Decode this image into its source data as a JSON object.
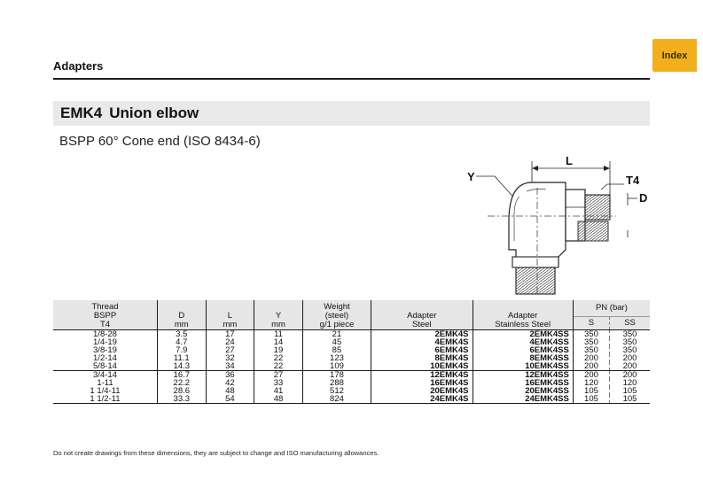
{
  "header": {
    "section_title": "Adapters",
    "index_tab_label": "Index"
  },
  "product": {
    "code": "EMK4",
    "name": "Union elbow",
    "subtitle": "BSPP 60° Cone end (ISO 8434-6)"
  },
  "drawing_labels": {
    "y": "Y",
    "l": "L",
    "t4": "T4",
    "d": "D"
  },
  "table": {
    "headers": {
      "thread": [
        "Thread",
        "BSPP",
        "T4"
      ],
      "d": [
        "D",
        "mm"
      ],
      "l": [
        "L",
        "mm"
      ],
      "y": [
        "Y",
        "mm"
      ],
      "weight": [
        "Weight",
        "(steel)",
        "g/1 piece"
      ],
      "adapter_steel": [
        "Adapter",
        "Steel"
      ],
      "adapter_ss": [
        "Adapter",
        "Stainless Steel"
      ],
      "pn": "PN (bar)",
      "pn_s": "S",
      "pn_ss": "SS"
    },
    "groups": [
      [
        {
          "thread": "1/8-28",
          "d": "3.5",
          "l": "17",
          "y": "11",
          "weight": "21",
          "steel": "2EMK4S",
          "ss": "2EMK4SS",
          "pn_s": "350",
          "pn_ss": "350"
        },
        {
          "thread": "1/4-19",
          "d": "4.7",
          "l": "24",
          "y": "14",
          "weight": "45",
          "steel": "4EMK4S",
          "ss": "4EMK4SS",
          "pn_s": "350",
          "pn_ss": "350"
        },
        {
          "thread": "3/8-19",
          "d": "7.9",
          "l": "27",
          "y": "19",
          "weight": "85",
          "steel": "6EMK4S",
          "ss": "6EMK4SS",
          "pn_s": "350",
          "pn_ss": "350"
        },
        {
          "thread": "1/2-14",
          "d": "11.1",
          "l": "32",
          "y": "22",
          "weight": "123",
          "steel": "8EMK4S",
          "ss": "8EMK4SS",
          "pn_s": "200",
          "pn_ss": "200"
        },
        {
          "thread": "5/8-14",
          "d": "14.3",
          "l": "34",
          "y": "22",
          "weight": "109",
          "steel": "10EMK4S",
          "ss": "10EMK4SS",
          "pn_s": "200",
          "pn_ss": "200"
        }
      ],
      [
        {
          "thread": "3/4-14",
          "d": "16.7",
          "l": "36",
          "y": "27",
          "weight": "178",
          "steel": "12EMK4S",
          "ss": "12EMK4SS",
          "pn_s": "200",
          "pn_ss": "200"
        },
        {
          "thread": "1-11",
          "d": "22.2",
          "l": "42",
          "y": "33",
          "weight": "288",
          "steel": "16EMK4S",
          "ss": "16EMK4SS",
          "pn_s": "120",
          "pn_ss": "120"
        },
        {
          "thread": "1 1/4-11",
          "d": "28.6",
          "l": "48",
          "y": "41",
          "weight": "512",
          "steel": "20EMK4S",
          "ss": "20EMK4SS",
          "pn_s": "105",
          "pn_ss": "105"
        },
        {
          "thread": "1 1/2-11",
          "d": "33.3",
          "l": "54",
          "y": "48",
          "weight": "824",
          "steel": "24EMK4S",
          "ss": "24EMK4SS",
          "pn_s": "105",
          "pn_ss": "105"
        }
      ]
    ]
  },
  "disclaimer": "Do not create drawings from these dimensions, they are subject to change and ISO manufacturing allowances."
}
